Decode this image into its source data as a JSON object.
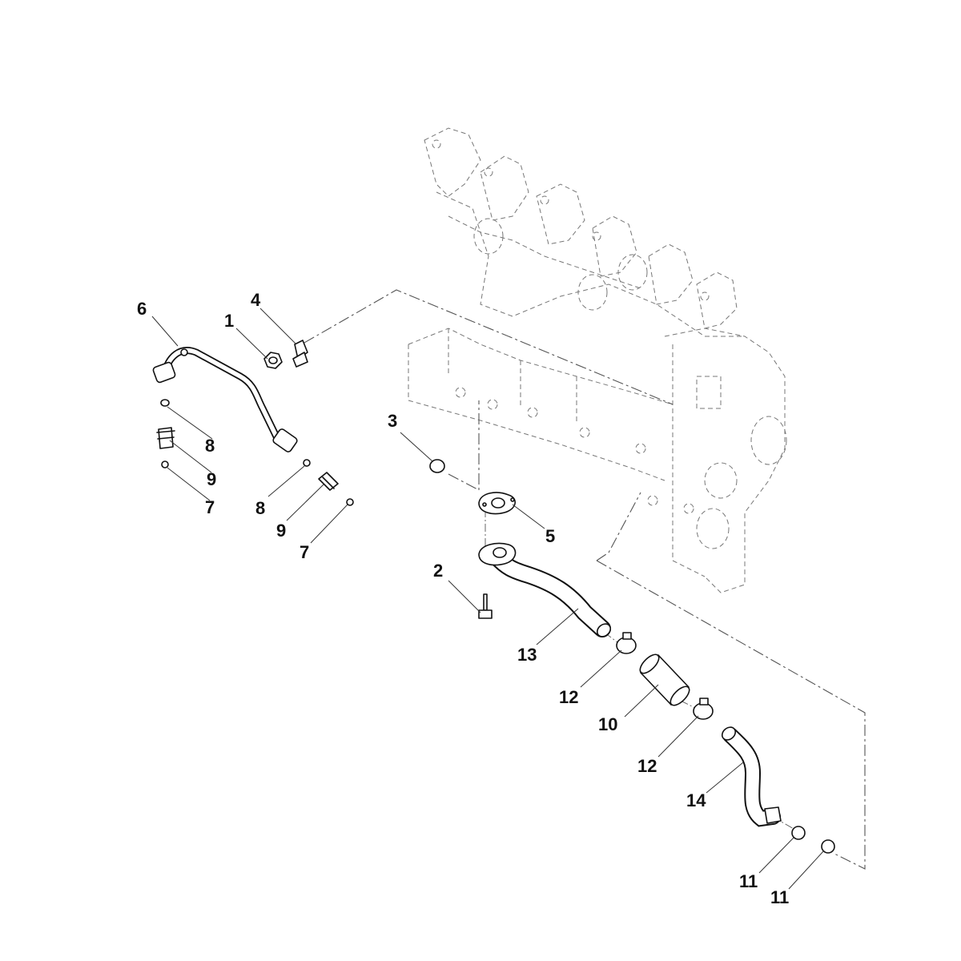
{
  "colors": {
    "line": "#111111",
    "background": "#ffffff",
    "phantom": "#777777"
  },
  "callouts": [
    {
      "id": "c1",
      "label": "1"
    },
    {
      "id": "c2",
      "label": "2"
    },
    {
      "id": "c3",
      "label": "3"
    },
    {
      "id": "c4",
      "label": "4"
    },
    {
      "id": "c5",
      "label": "5"
    },
    {
      "id": "c6",
      "label": "6"
    },
    {
      "id": "c7a",
      "label": "7"
    },
    {
      "id": "c7b",
      "label": "7"
    },
    {
      "id": "c8a",
      "label": "8"
    },
    {
      "id": "c8b",
      "label": "8"
    },
    {
      "id": "c9a",
      "label": "9"
    },
    {
      "id": "c9b",
      "label": "9"
    },
    {
      "id": "c10",
      "label": "10"
    },
    {
      "id": "c11a",
      "label": "11"
    },
    {
      "id": "c11b",
      "label": "11"
    },
    {
      "id": "c12a",
      "label": "12"
    },
    {
      "id": "c12b",
      "label": "12"
    },
    {
      "id": "c13",
      "label": "13"
    },
    {
      "id": "c14",
      "label": "14"
    }
  ]
}
